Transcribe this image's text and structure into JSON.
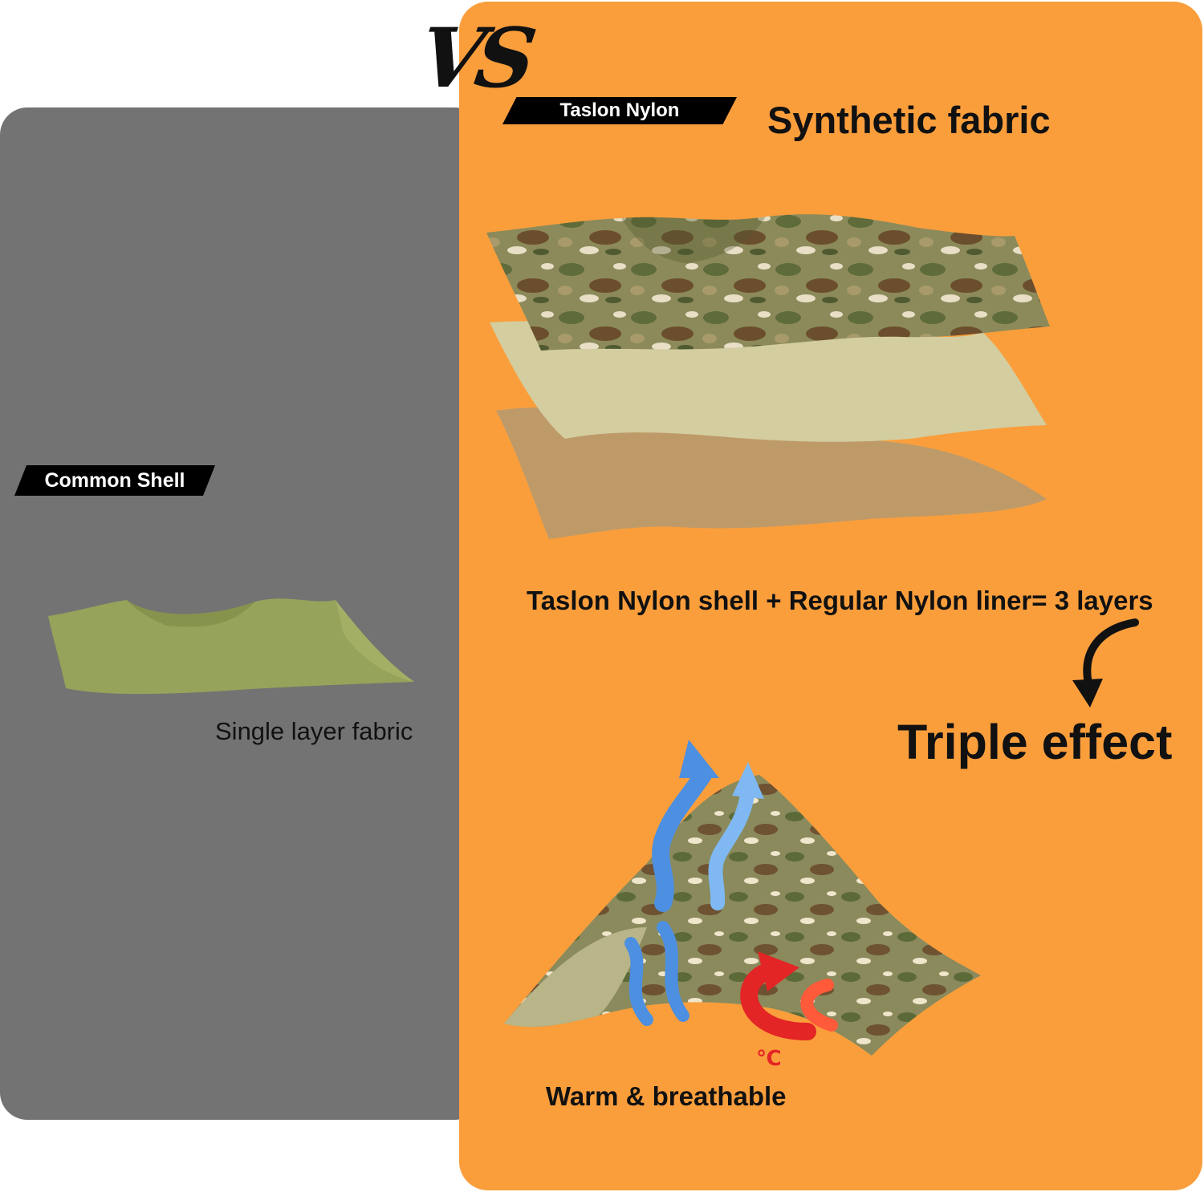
{
  "vs_label": "VS",
  "left": {
    "tag": "Common Shell",
    "caption": "Single layer fabric",
    "panel_color": "#737373",
    "fabric_color": "#96a35a"
  },
  "right": {
    "tag": "Taslon Nylon",
    "title": "Synthetic fabric",
    "layers_caption": "Taslon Nylon shell + Regular Nylon liner= 3 layers",
    "result": "Triple effect",
    "bottom_caption": "Warm & breathable",
    "temperature_symbol": "℃",
    "panel_color": "#fa9e3c",
    "icons": [
      "camo-fabric-layer",
      "beige-liner-layer",
      "tan-liner-layer",
      "curved-down-arrow-icon",
      "blue-airflow-arrow-icon",
      "red-heat-arrow-icon"
    ]
  }
}
